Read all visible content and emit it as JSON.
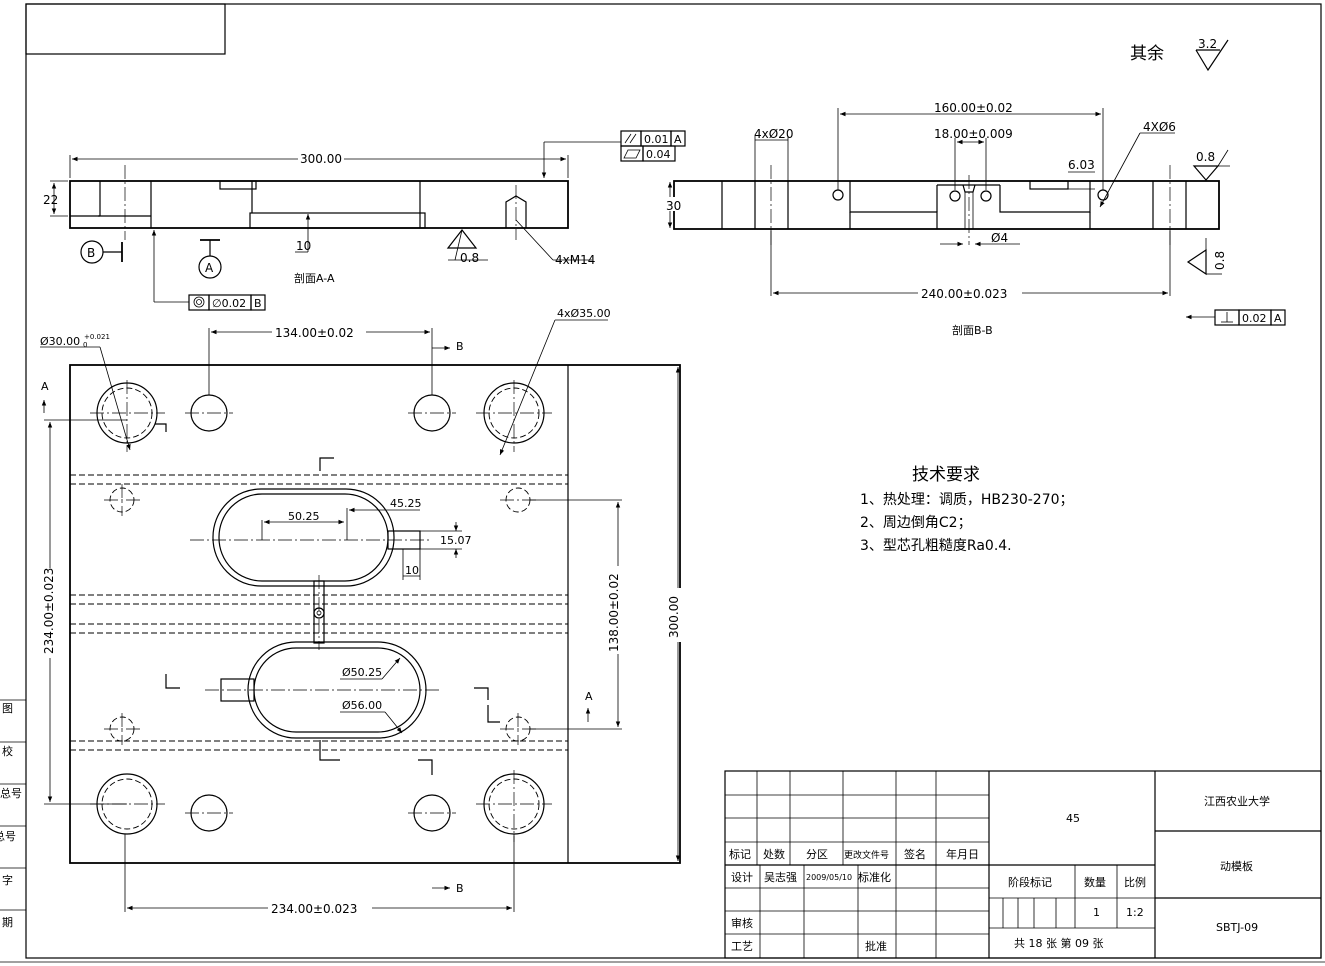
{
  "drawing": {
    "rest_roughness_label": "其余",
    "rest_roughness_value": "3.2"
  },
  "section_aa": {
    "title": "剖面A-A",
    "dim_length": "300.00",
    "dim_height": "22",
    "dim_depth": "10",
    "roughness": "0.8",
    "thread": "4xM14",
    "datum_a": "A",
    "datum_b": "B",
    "fcf_parallel_value": "0.01",
    "fcf_parallel_datum": "A",
    "fcf_flatness_value": "0.04",
    "fcf_coaxial_value": "∅0.02",
    "fcf_coaxial_datum": "B"
  },
  "section_bb": {
    "title": "剖面B-B",
    "dim_160": "160.00±0.02",
    "dim_18": "18.00±0.009",
    "dim_hole20": "4xØ20",
    "dim_hole6": "4XØ6",
    "dim_603": "6.03",
    "dim_30": "30",
    "dim_d4": "Ø4",
    "dim_240": "240.00±0.023",
    "roughness_top": "0.8",
    "roughness_side": "0.8",
    "fcf_perp_value": "0.02",
    "fcf_perp_datum": "A"
  },
  "plan_view": {
    "dim_d30": "Ø30.00",
    "dim_d30_tol": "+0.021",
    "dim_d30_tol_low": "0",
    "dim_134": "134.00±0.02",
    "dim_4x35": "4xØ35.00",
    "dim_5025": "50.25",
    "dim_4525": "45.25",
    "dim_1507": "15.07",
    "dim_10": "10",
    "dim_d5025": "Ø50.25",
    "dim_d5600": "Ø56.00",
    "dim_234v": "234.00±0.023",
    "dim_138": "138.00±0.02",
    "dim_300v": "300.00",
    "dim_234h": "234.00±0.023",
    "mark_a": "A",
    "mark_b": "B"
  },
  "tech_req": {
    "title": "技术要求",
    "items": [
      "1、热处理：调质，HB230-270；",
      "2、周边倒角C2；",
      "3、型芯孔粗糙度Ra0.4."
    ]
  },
  "left_margin": [
    "图",
    "校",
    "总号",
    "总号",
    "字",
    "期"
  ],
  "title_block": {
    "material": "45",
    "school": "江西农业大学",
    "part_name": "动模板",
    "drawing_no": "SBTJ-09",
    "h_mark": "标记",
    "h_count": "处数",
    "h_zone": "分区",
    "h_doc": "更改文件号",
    "h_sign": "签名",
    "h_date": "年月日",
    "design": "设计",
    "designer": "吴志强",
    "design_date": "2009/05/10",
    "standard": "标准化",
    "review": "审核",
    "process": "工艺",
    "approve": "批准",
    "stage": "阶段标记",
    "qty_label": "数量",
    "scale_label": "比例",
    "qty": "1",
    "scale": "1:2",
    "sheets": "共 18 张  第  09  张"
  }
}
